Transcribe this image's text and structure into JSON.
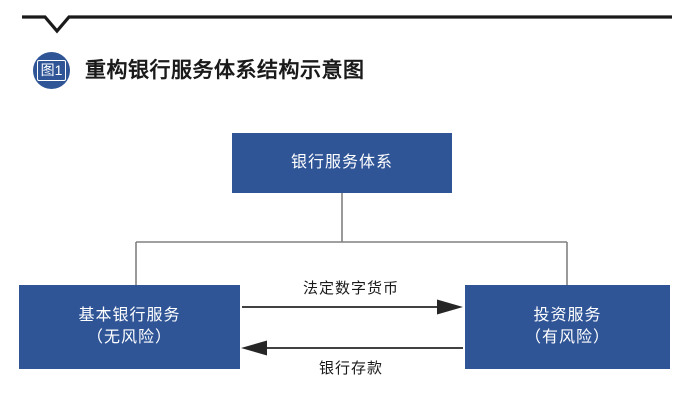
{
  "figure": {
    "badge": "图1",
    "title": "重构银行服务体系结构示意图",
    "accent_color": "#2f5597",
    "rule_color": "#1a1a1a",
    "connector_color": "#808080",
    "arrow_color": "#262626",
    "background": "#ffffff"
  },
  "chart_data": {
    "type": "diagram",
    "title": "重构银行服务体系结构示意图",
    "nodes": [
      {
        "id": "root",
        "label": "银行服务体系",
        "lines": [
          "银行服务体系"
        ],
        "level": 0,
        "fill": "#2f5597",
        "text_color": "#ffffff"
      },
      {
        "id": "basic",
        "label": "基本银行服务（无风险）",
        "lines": [
          "基本银行服务",
          "（无风险）"
        ],
        "level": 1,
        "fill": "#2f5597",
        "text_color": "#ffffff"
      },
      {
        "id": "invest",
        "label": "投资服务（有风险）",
        "lines": [
          "投资服务",
          "（有风险）"
        ],
        "level": 1,
        "fill": "#2f5597",
        "text_color": "#ffffff"
      }
    ],
    "tree_edges": [
      {
        "from": "root",
        "to": "basic",
        "style": "elbow"
      },
      {
        "from": "root",
        "to": "invest",
        "style": "elbow"
      }
    ],
    "flow_edges": [
      {
        "from": "basic",
        "to": "invest",
        "label": "法定数字货币",
        "direction": "right",
        "label_position": "above"
      },
      {
        "from": "invest",
        "to": "basic",
        "label": "银行存款",
        "direction": "left",
        "label_position": "below"
      }
    ]
  }
}
